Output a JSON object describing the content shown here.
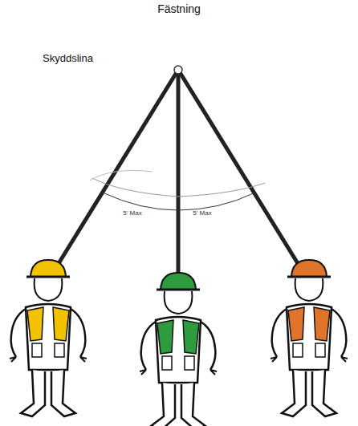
{
  "diagram": {
    "labels": [
      "Fästning",
      "Skyddslina",
      "5' Max",
      "5' Max"
    ]
  }
}
